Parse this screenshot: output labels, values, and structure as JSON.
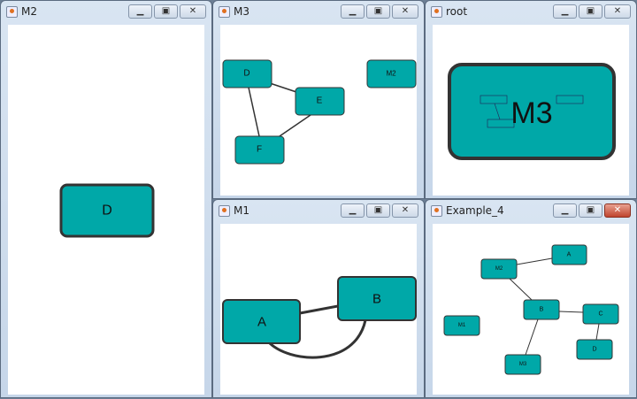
{
  "windows": {
    "m2": {
      "title": "M2",
      "nodes": {
        "d": "D"
      }
    },
    "m3": {
      "title": "M3",
      "nodes": {
        "d": "D",
        "e": "E",
        "f": "F",
        "m2": "M2"
      }
    },
    "root": {
      "title": "root",
      "nodes": {
        "m3": "M3"
      }
    },
    "m1": {
      "title": "M1",
      "nodes": {
        "a": "A",
        "b": "B"
      }
    },
    "ex4": {
      "title": "Example_4",
      "nodes": {
        "a": "A",
        "m2": "M2",
        "b": "B",
        "c": "C",
        "d": "D",
        "m3": "M3",
        "m1": "M1"
      }
    }
  },
  "buttons": {
    "minimize": "▁",
    "maximize": "▣",
    "close": "✕"
  },
  "colors": {
    "node": "#00a8a8",
    "edge": "#333333"
  }
}
